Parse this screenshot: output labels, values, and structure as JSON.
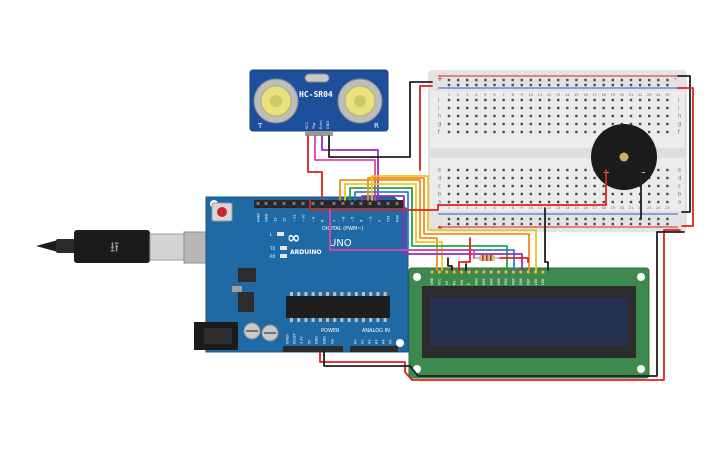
{
  "sensor": {
    "title": "HC-SR04",
    "left_mark": "T",
    "right_mark": "R",
    "pins": [
      "VCC",
      "Trig",
      "Echo",
      "GND"
    ]
  },
  "arduino": {
    "logo_text": "ARDUINO",
    "model": "UNO",
    "digital_label": "DIGITAL (PWM~)",
    "power_label": "POWER",
    "analog_label": "ANALOG IN",
    "led_labels": [
      "L",
      "TX",
      "RX"
    ],
    "top_pins": [
      "AREF",
      "GND",
      "13",
      "12",
      "~11",
      "~10",
      "~9",
      "8",
      "7",
      "~6",
      "~5",
      "4",
      "~3",
      "2",
      "TX1",
      "RX0"
    ],
    "power_pins": [
      "IOREF",
      "RESET",
      "3.3V",
      "5V",
      "GND",
      "GND",
      "Vin"
    ],
    "analog_pins": [
      "A0",
      "A1",
      "A2",
      "A3",
      "A4",
      "A5"
    ]
  },
  "breadboard": {
    "columns_top": [
      "1",
      "2",
      "3",
      "4",
      "5",
      "6",
      "7",
      "8",
      "9",
      "10",
      "11",
      "12",
      "13",
      "14",
      "15",
      "16",
      "17",
      "18",
      "19",
      "20",
      "21",
      "22",
      "23",
      "24",
      "25"
    ],
    "rows_top": [
      "j",
      "i",
      "h",
      "g",
      "f"
    ],
    "rows_bottom": [
      "e",
      "d",
      "c",
      "b",
      "a"
    ],
    "plus": "+",
    "minus": "-"
  },
  "buzzer": {
    "plus": "+",
    "minus": "−"
  },
  "lcd": {
    "pins": [
      "GND",
      "VCC",
      "V0",
      "RS",
      "RW",
      "E",
      "DB0",
      "DB1",
      "DB2",
      "DB3",
      "DB4",
      "DB5",
      "DB6",
      "DB7",
      "LED",
      "LED"
    ]
  },
  "colors": {
    "wire_red": "#e0211d",
    "wire_black": "#1e1e1e",
    "wire_orange": "#f28c1a",
    "wire_yellow": "#ecc71d",
    "wire_green": "#27a24a",
    "wire_blue": "#2d7fd1",
    "wire_purple": "#9b2fb0",
    "wire_pink": "#e043a8",
    "board_blue": "#1f6aa5",
    "lcd_green": "#3c8a4e",
    "lcd_screen": "#24314f"
  }
}
